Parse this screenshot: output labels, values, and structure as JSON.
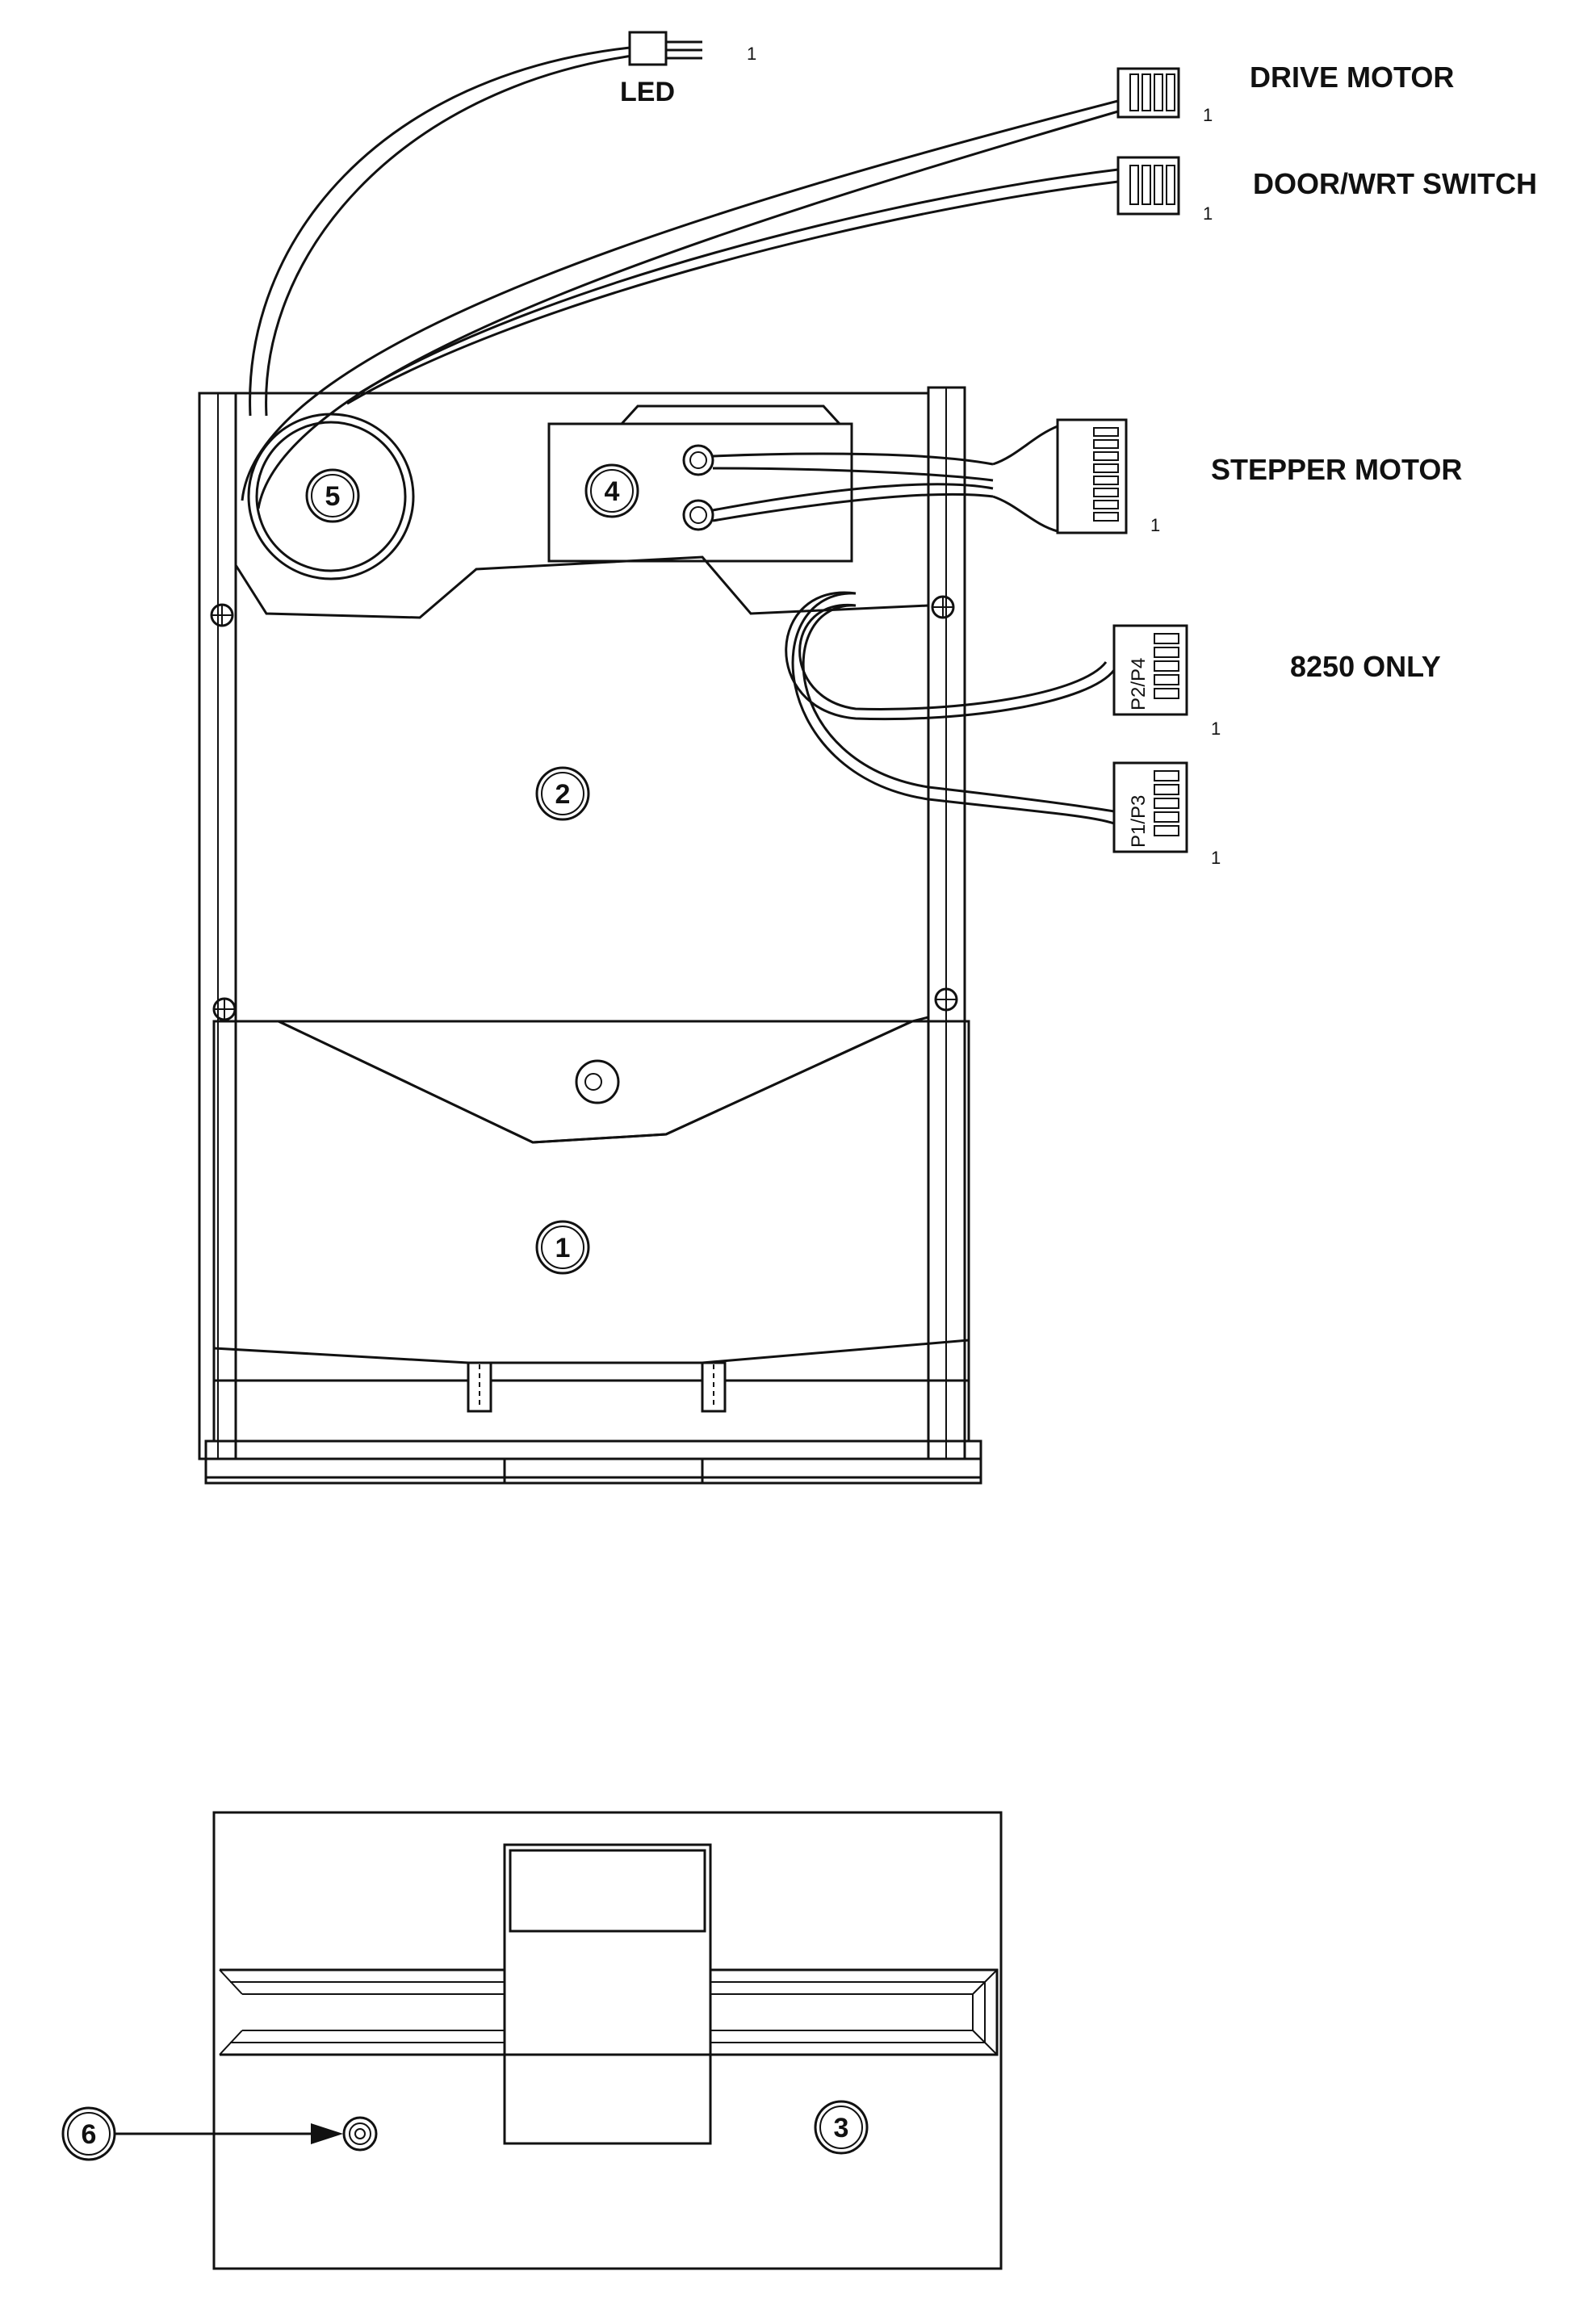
{
  "labels": {
    "led": "LED",
    "drive_motor": "DRIVE MOTOR",
    "door_switch": "DOOR/WRT SWITCH",
    "stepper_motor": "STEPPER MOTOR",
    "only_8250": "8250 ONLY"
  },
  "connectors": {
    "p2p4": "P2/P4",
    "p1p3": "P1/P3"
  },
  "pin_marker": "1",
  "callouts": [
    "1",
    "2",
    "3",
    "4",
    "5",
    "6"
  ]
}
